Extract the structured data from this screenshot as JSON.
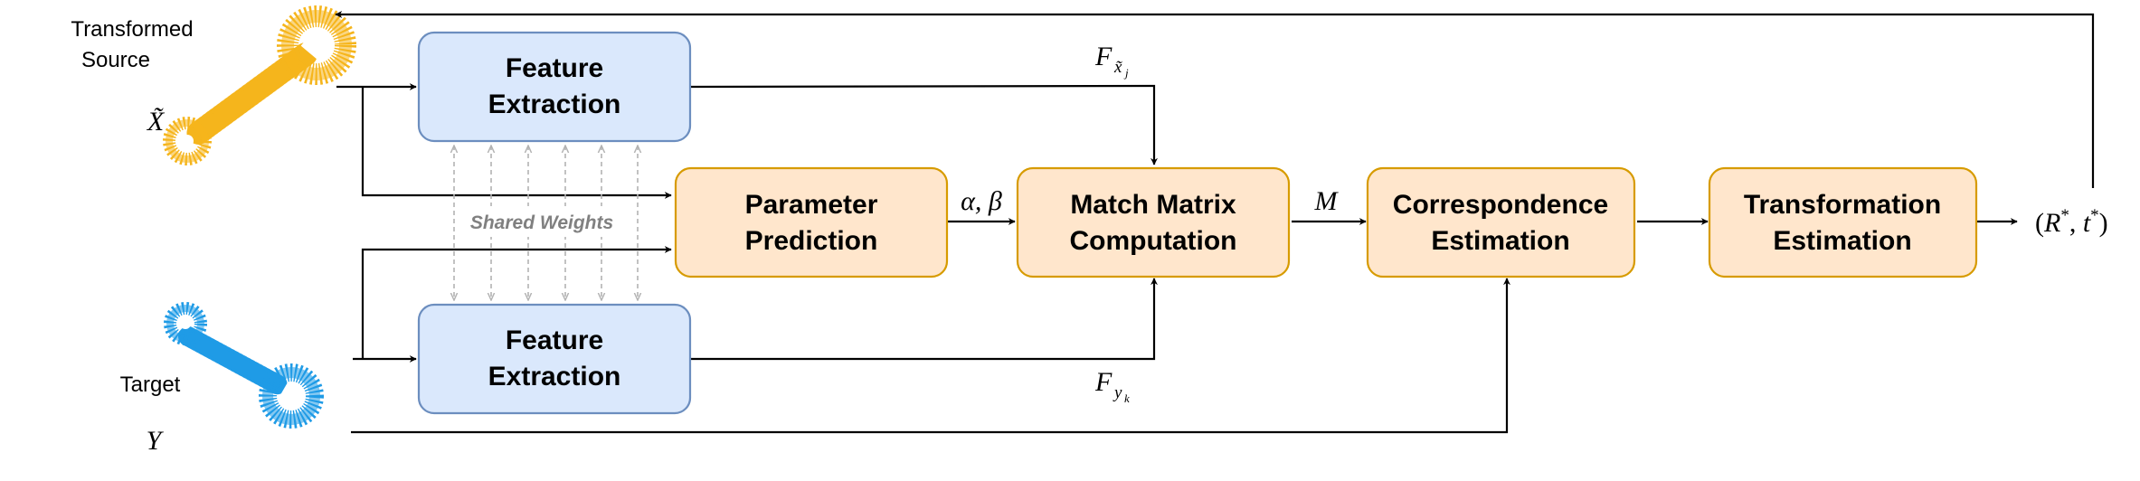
{
  "diagram": {
    "inputs": {
      "source_label_line1": "Transformed",
      "source_label_line2": "Source",
      "source_symbol": "X̃",
      "target_label": "Target",
      "target_symbol": "Y"
    },
    "nodes": {
      "fe_top_line1": "Feature",
      "fe_top_line2": "Extraction",
      "fe_bottom_line1": "Feature",
      "fe_bottom_line2": "Extraction",
      "param_line1": "Parameter",
      "param_line2": "Prediction",
      "match_line1": "Match Matrix",
      "match_line2": "Computation",
      "corr_line1": "Correspondence",
      "corr_line2": "Estimation",
      "trans_line1": "Transformation",
      "trans_line2": "Estimation"
    },
    "edge_labels": {
      "shared_weights": "Shared Weights",
      "feature_source_main": "F",
      "feature_source_sub": "x̃",
      "feature_source_subsub": "j",
      "feature_target_main": "F",
      "feature_target_sub": "y",
      "feature_target_subsub": "k",
      "params": "α, β",
      "match_matrix": "M",
      "output_open": "(",
      "output_R": "R",
      "output_star1": "*",
      "output_comma": ", ",
      "output_t": "t",
      "output_star2": "*",
      "output_close": ")"
    },
    "colors": {
      "feature_fill": "#dae8fc",
      "feature_stroke": "#6c8ebf",
      "process_fill": "#ffe6cc",
      "process_stroke": "#d79b00",
      "source_cloud": "#f5b51c",
      "target_cloud": "#1f9be6",
      "shared_weights_text": "#808080"
    }
  }
}
